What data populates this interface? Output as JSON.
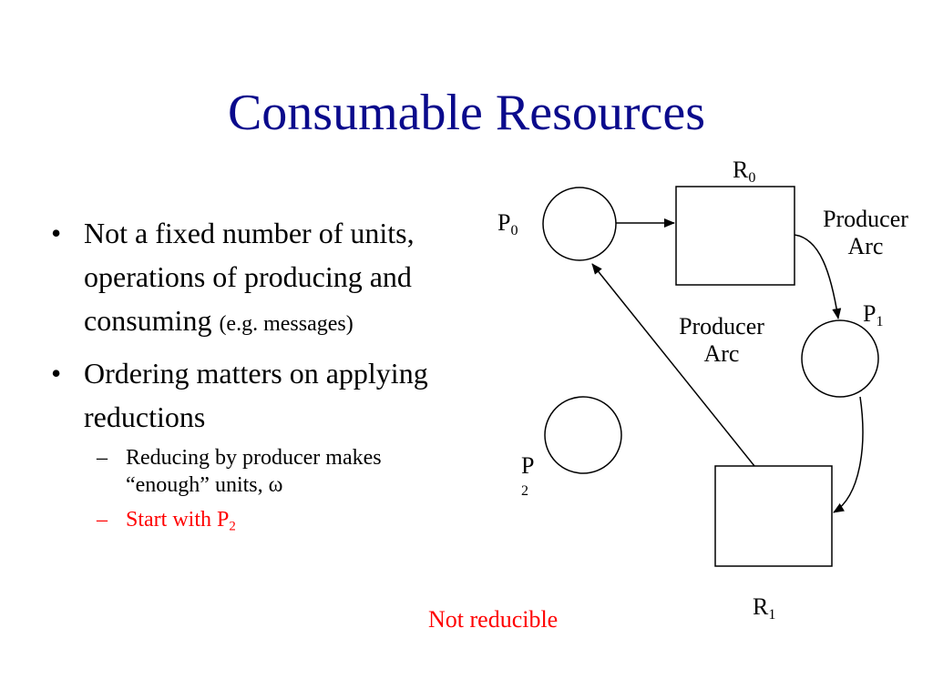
{
  "slide": {
    "title": "Consumable Resources",
    "bullets": [
      {
        "text": "Not a fixed number of units, operations of producing and consuming",
        "note": "(e.g. messages)"
      },
      {
        "text": "Ordering matters on applying reductions"
      }
    ],
    "subbullets": [
      {
        "text": "Reducing by producer makes “enough” units, ω"
      },
      {
        "text": "Start with P",
        "sub": "2",
        "color": "#ff0000"
      }
    ]
  },
  "diagram": {
    "nodes": {
      "R0": {
        "label": "R",
        "sub": "0"
      },
      "R1": {
        "label": "R",
        "sub": "1"
      },
      "P0": {
        "label": "P",
        "sub": "0"
      },
      "P1": {
        "label": "P",
        "sub": "1"
      },
      "P2": {
        "label": "P",
        "sub": "2"
      }
    },
    "arc_label_1": {
      "line1": "Producer",
      "line2": "Arc"
    },
    "arc_label_2": {
      "line1": "Producer",
      "line2": "Arc"
    },
    "note": "Not reducible",
    "note_color": "#ff0000"
  },
  "colors": {
    "title": "#0a0a8c",
    "accent": "#ff0000"
  }
}
